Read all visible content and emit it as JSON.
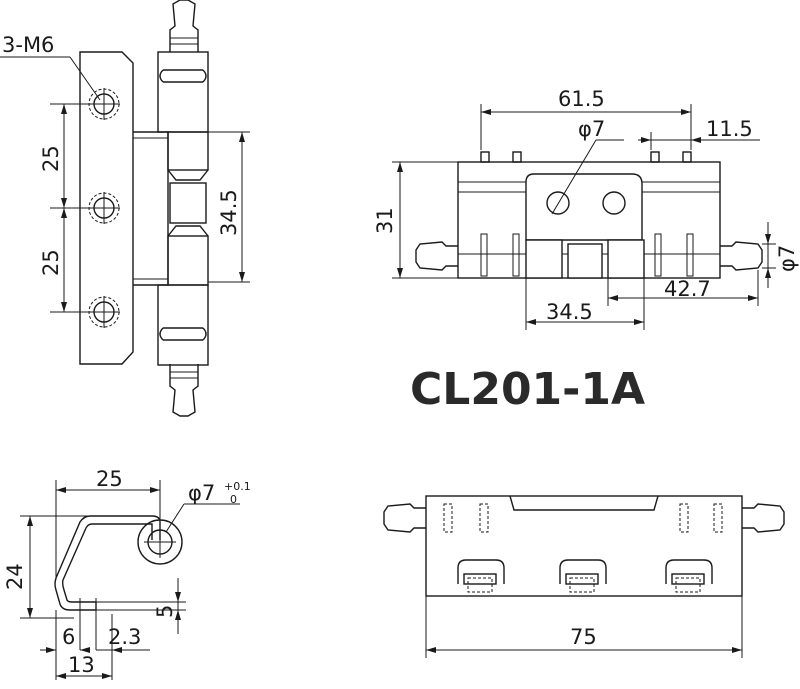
{
  "title": "CL201-1A",
  "front_view": {
    "hole_label": "3-M6",
    "pitch_top": "25",
    "pitch_bottom": "25",
    "pin_length": "34.5"
  },
  "side_view": {
    "width_top": "61.5",
    "offset": "11.5",
    "hole_dia": "φ7",
    "height": "31",
    "pin_dia": "φ7",
    "span_right": "42.7",
    "span_center": "34.5"
  },
  "profile_view": {
    "width": "25",
    "hole_dia": "φ7",
    "tol_upper": "+0.1",
    "tol_lower": "0",
    "height": "24",
    "thickness": "5",
    "dim_6": "6",
    "dim_2_3": "2.3",
    "dim_13": "13"
  },
  "plan_view": {
    "length": "75"
  }
}
